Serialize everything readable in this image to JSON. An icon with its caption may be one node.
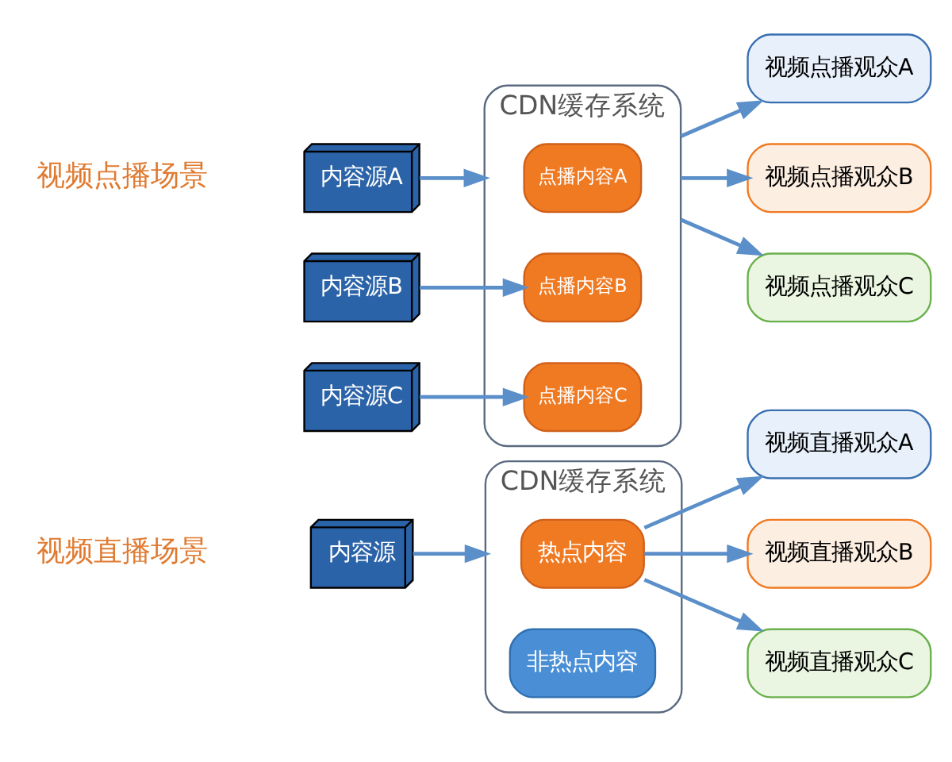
{
  "diagram": {
    "nodes": [
      {
        "text": [
          "CDN缓存系统"
        ]
      },
      {
        "text": [
          "热点内容"
        ],
        "in": 0
      },
      {
        "text": [
          "非热点内容"
        ],
        "in": 0
      },
      {
        "text": [
          "内容源"
        ]
      },
      {
        "text": [
          "视频直播观众A"
        ]
      },
      {
        "text": [
          "视频直播观众B"
        ]
      },
      {
        "text": [
          "视频直播观众C"
        ]
      },
      {
        "text": [
          "CDN缓存系统"
        ]
      },
      {
        "text": [
          "点播内容A"
        ],
        "in": 7
      },
      {
        "text": [
          "点播内容B"
        ],
        "in": 7
      },
      {
        "text": [
          "点播内容C"
        ],
        "in": 7
      },
      {
        "text": [
          "内容源A"
        ]
      },
      {
        "text": [
          "内容源B"
        ]
      },
      {
        "text": [
          "内容源C"
        ]
      },
      {
        "text": [
          "视频点播观众A"
        ]
      },
      {
        "text": [
          "视频点播观众B"
        ]
      },
      {
        "text": [
          "视频点播观众C"
        ]
      }
    ],
    "edges": [
      {
        "from": 3,
        "to": 0,
        "arrow": "to"
      },
      {
        "from": 1,
        "to": 4,
        "arrow": "to"
      },
      {
        "from": 1,
        "to": 5,
        "arrow": "to"
      },
      {
        "from": 1,
        "to": 6,
        "arrow": "to"
      },
      {
        "from": 11,
        "to": 7,
        "arrow": "to"
      },
      {
        "from": 12,
        "to": 9,
        "arrow": "to"
      },
      {
        "from": 13,
        "to": 10,
        "arrow": "to"
      },
      {
        "from": 7,
        "to": 14,
        "arrow": "to"
      },
      {
        "from": 7,
        "to": 15,
        "arrow": "to"
      },
      {
        "from": 7,
        "to": 16,
        "arrow": "to"
      }
    ],
    "labels": [
      "视频直播场景",
      "视频点播场景"
    ]
  }
}
